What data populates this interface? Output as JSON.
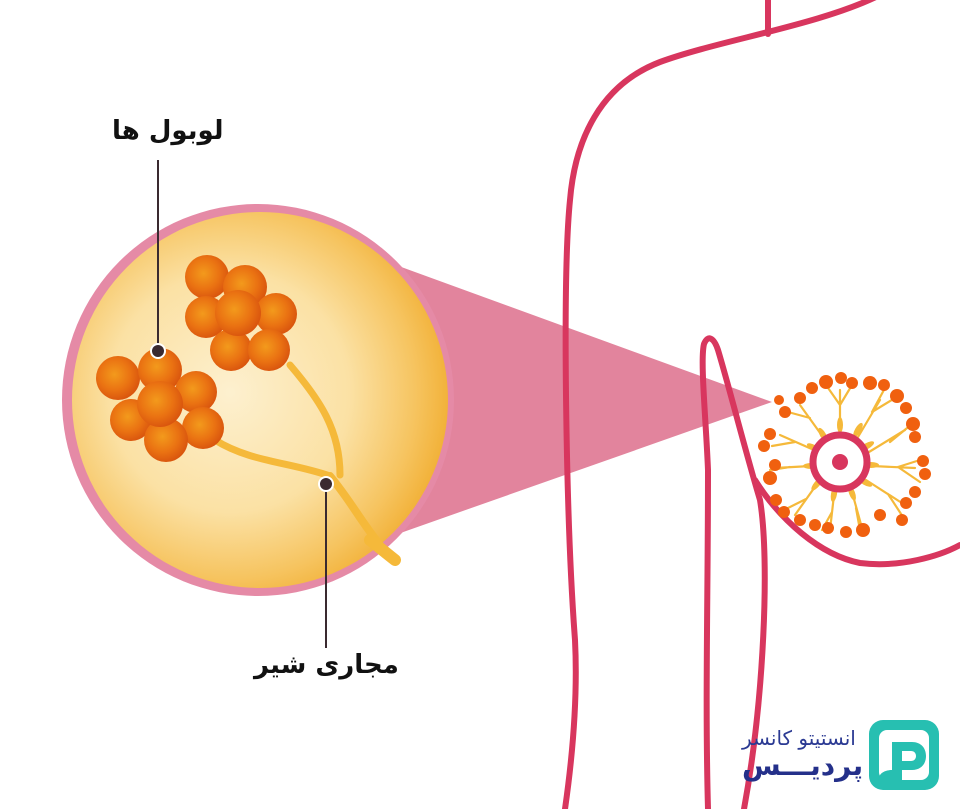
{
  "diagram": {
    "subject": "Breast anatomy: lobules and milk ducts",
    "labels": {
      "lobules": "لوبول ها",
      "milk_ducts": "مجاری شیر"
    }
  },
  "logo": {
    "line1": "انستیتو کانسر",
    "line2": "پردیـــس",
    "icon": "p-letter-logo-icon"
  },
  "colors": {
    "body_outline": "#d8365e",
    "zoom_cone": "#e2849d",
    "magnifier_ring": "#e58aa6",
    "tissue_light": "#fde9bd",
    "tissue_dark": "#f3b43c",
    "lobule_orange": "#e8680f",
    "duct_yellow": "#f5b93a",
    "leader_line": "#3a2a30",
    "logo_teal": "#27bfb1",
    "logo_navy": "#2b3a93"
  }
}
